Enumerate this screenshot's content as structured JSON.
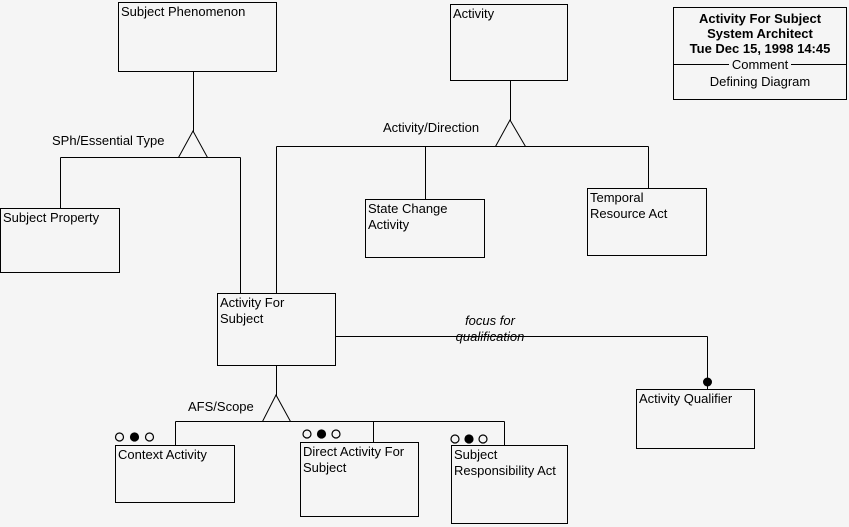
{
  "colors": {
    "background": "#f5f5f5",
    "line": "#000000",
    "text": "#000000"
  },
  "title_block": {
    "diagram_title": "Activity For Subject",
    "tool_name": "System Architect",
    "timestamp": "Tue Dec 15, 1998  14:45",
    "divider_label": "Comment",
    "comment_value": "Defining Diagram"
  },
  "nodes": {
    "subject_phenomenon": {
      "lines": [
        "Subject Phenomenon"
      ]
    },
    "activity": {
      "lines": [
        "Activity"
      ]
    },
    "subject_property": {
      "lines": [
        "Subject Property"
      ]
    },
    "state_change_activity": {
      "lines": [
        "State Change",
        "Activity"
      ]
    },
    "temporal_resource_act": {
      "lines": [
        "Temporal",
        "Resource Act"
      ]
    },
    "activity_for_subject": {
      "lines": [
        "Activity For",
        "Subject"
      ]
    },
    "activity_qualifier": {
      "lines": [
        "Activity Qualifier"
      ]
    },
    "context_activity": {
      "lines": [
        "Context Activity"
      ]
    },
    "direct_activity_for_subject": {
      "lines": [
        "Direct Activity For",
        "Subject"
      ]
    },
    "subject_responsibility_act": {
      "lines": [
        "Subject",
        "Responsibility Act"
      ]
    }
  },
  "edge_labels": {
    "sph_essential_type": "SPh/Essential Type",
    "activity_direction": "Activity/Direction",
    "afs_scope": "AFS/Scope",
    "focus_line1": "focus for",
    "focus_line2": "qualification"
  }
}
